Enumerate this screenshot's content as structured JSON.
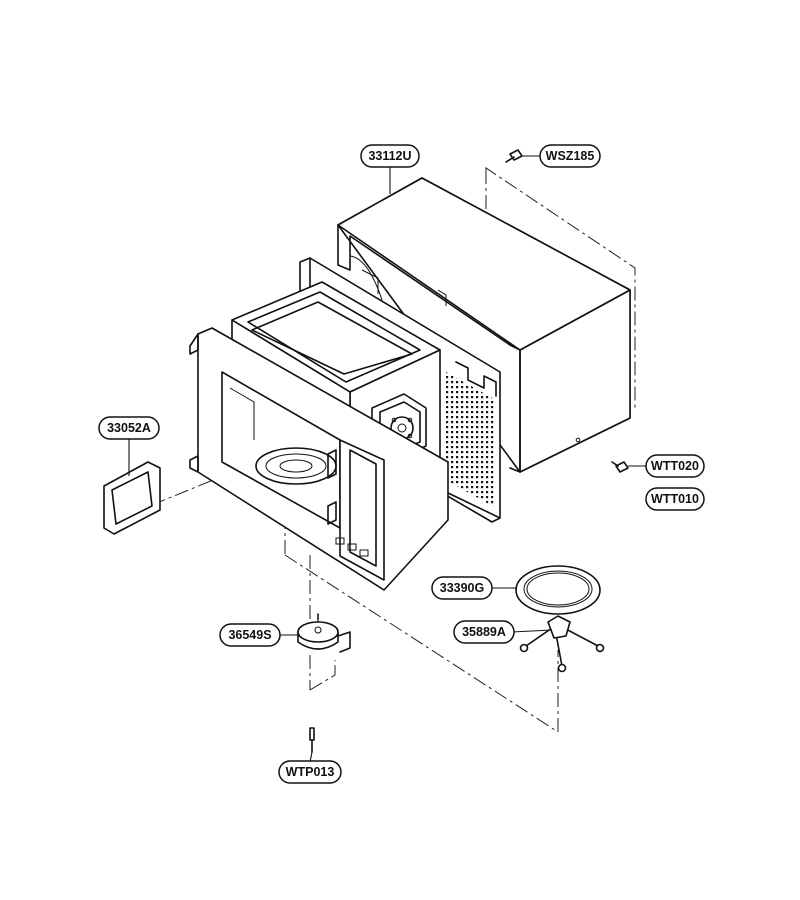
{
  "labels": {
    "cabinet": "33112U",
    "screw_top": "WSZ185",
    "screw_side_a": "WTT020",
    "screw_side_b": "WTT010",
    "waveguide_cover": "33052A",
    "glass_tray": "33390G",
    "roller_ring": "35889A",
    "turntable_motor": "36549S",
    "screw_motor": "WTP013"
  }
}
